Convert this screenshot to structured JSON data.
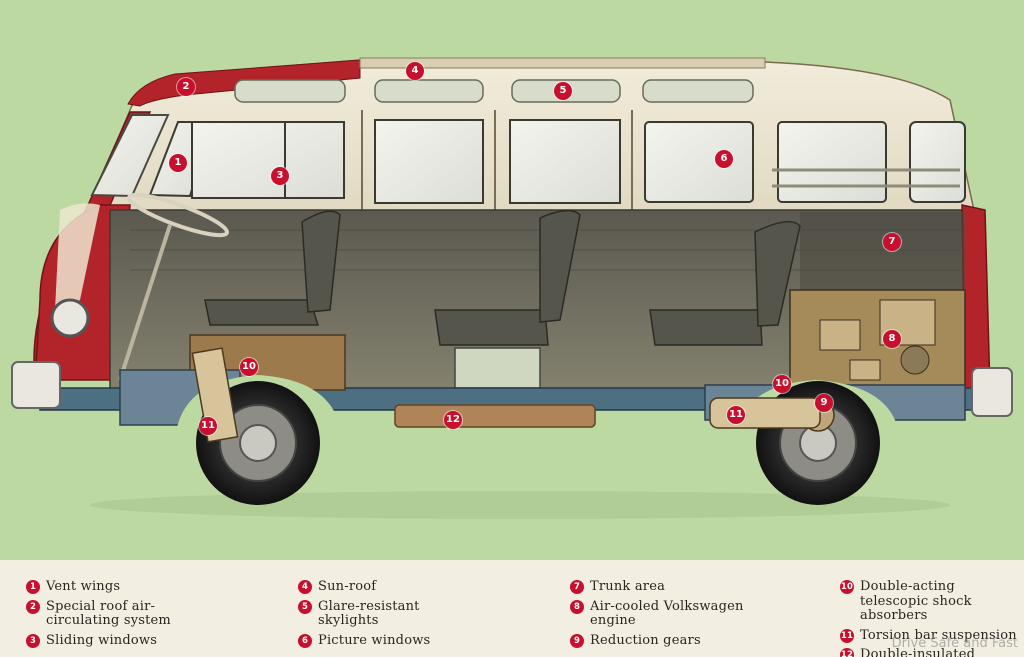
{
  "markers": [
    {
      "num": "1"
    },
    {
      "num": "2"
    },
    {
      "num": "3"
    },
    {
      "num": "4"
    },
    {
      "num": "5"
    },
    {
      "num": "6"
    },
    {
      "num": "7"
    },
    {
      "num": "8"
    },
    {
      "num": "9"
    },
    {
      "num": "10"
    },
    {
      "num": "10"
    },
    {
      "num": "11"
    },
    {
      "num": "11"
    },
    {
      "num": "12"
    }
  ],
  "legend": [
    {
      "num": "1",
      "label": "Vent wings"
    },
    {
      "num": "2",
      "label": "Special roof air-circulating system"
    },
    {
      "num": "3",
      "label": "Sliding windows"
    },
    {
      "num": "4",
      "label": "Sun-roof"
    },
    {
      "num": "5",
      "label": "Glare-resistant skylights"
    },
    {
      "num": "6",
      "label": "Picture windows"
    },
    {
      "num": "7",
      "label": "Trunk area"
    },
    {
      "num": "8",
      "label": "Air-cooled Volkswagen engine"
    },
    {
      "num": "9",
      "label": "Reduction gears"
    },
    {
      "num": "10",
      "label": "Double-acting telescopic shock absorbers"
    },
    {
      "num": "11",
      "label": "Torsion bar suspension"
    },
    {
      "num": "12",
      "label": "Double-insulated warm-"
    }
  ],
  "watermark": "Drive Safe and Fast",
  "colors": {
    "background": "#bdd9a2",
    "body_red": "#b3242a",
    "body_cream": "#ece6d2",
    "marker": "#c8102e",
    "legend_bg": "#f2eee2"
  }
}
